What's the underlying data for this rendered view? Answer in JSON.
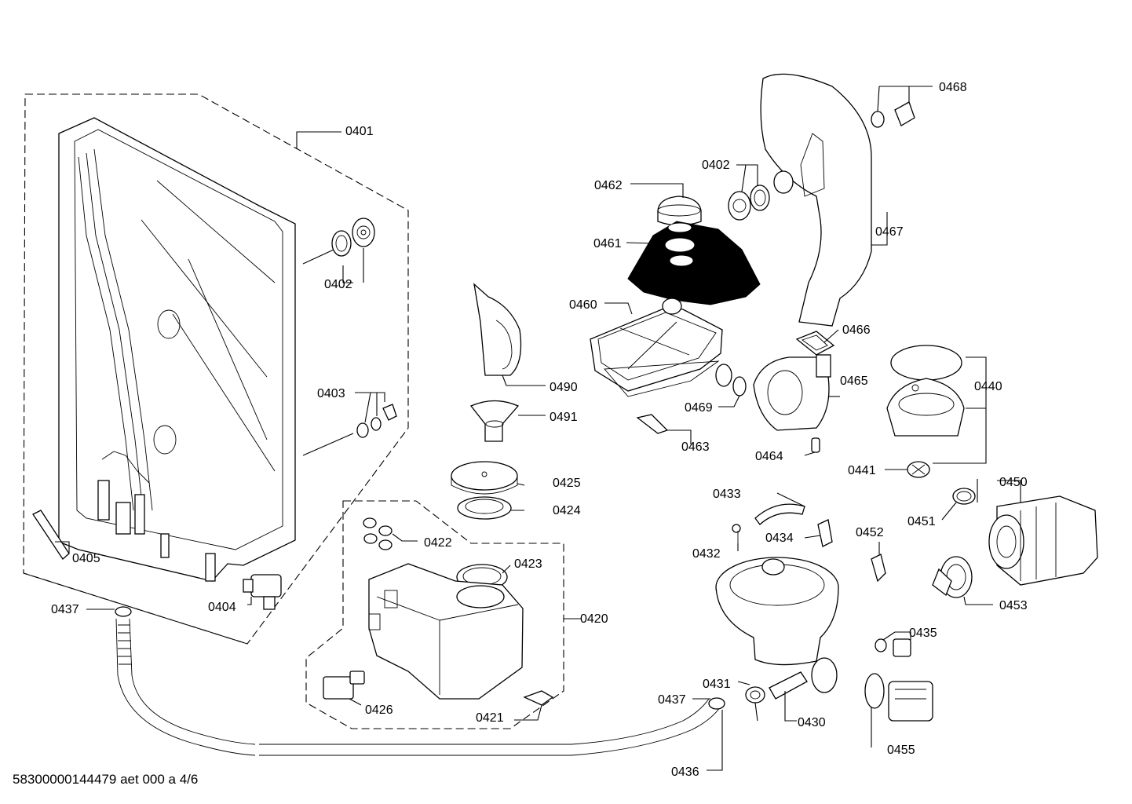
{
  "diagram": {
    "document_id": "58300000144479 aet 000 a 4/6",
    "part_labels": {
      "p0401": "0401",
      "p0402a": "0402",
      "p0402b": "0402",
      "p0403": "0403",
      "p0404": "0404",
      "p0405": "0405",
      "p0437a": "0437",
      "p0437b": "0437",
      "p0420": "0420",
      "p0421": "0421",
      "p0422": "0422",
      "p0423": "0423",
      "p0424": "0424",
      "p0425": "0425",
      "p0426": "0426",
      "p0430": "0430",
      "p0431": "0431",
      "p0432": "0432",
      "p0433": "0433",
      "p0434": "0434",
      "p0435": "0435",
      "p0436": "0436",
      "p0440": "0440",
      "p0441": "0441",
      "p0450": "0450",
      "p0451": "0451",
      "p0452": "0452",
      "p0453": "0453",
      "p0455": "0455",
      "p0460": "0460",
      "p0461": "0461",
      "p0462": "0462",
      "p0463": "0463",
      "p0464": "0464",
      "p0465": "0465",
      "p0466": "0466",
      "p0467": "0467",
      "p0468": "0468",
      "p0469": "0469",
      "p0490": "0490",
      "p0491": "0491"
    }
  }
}
